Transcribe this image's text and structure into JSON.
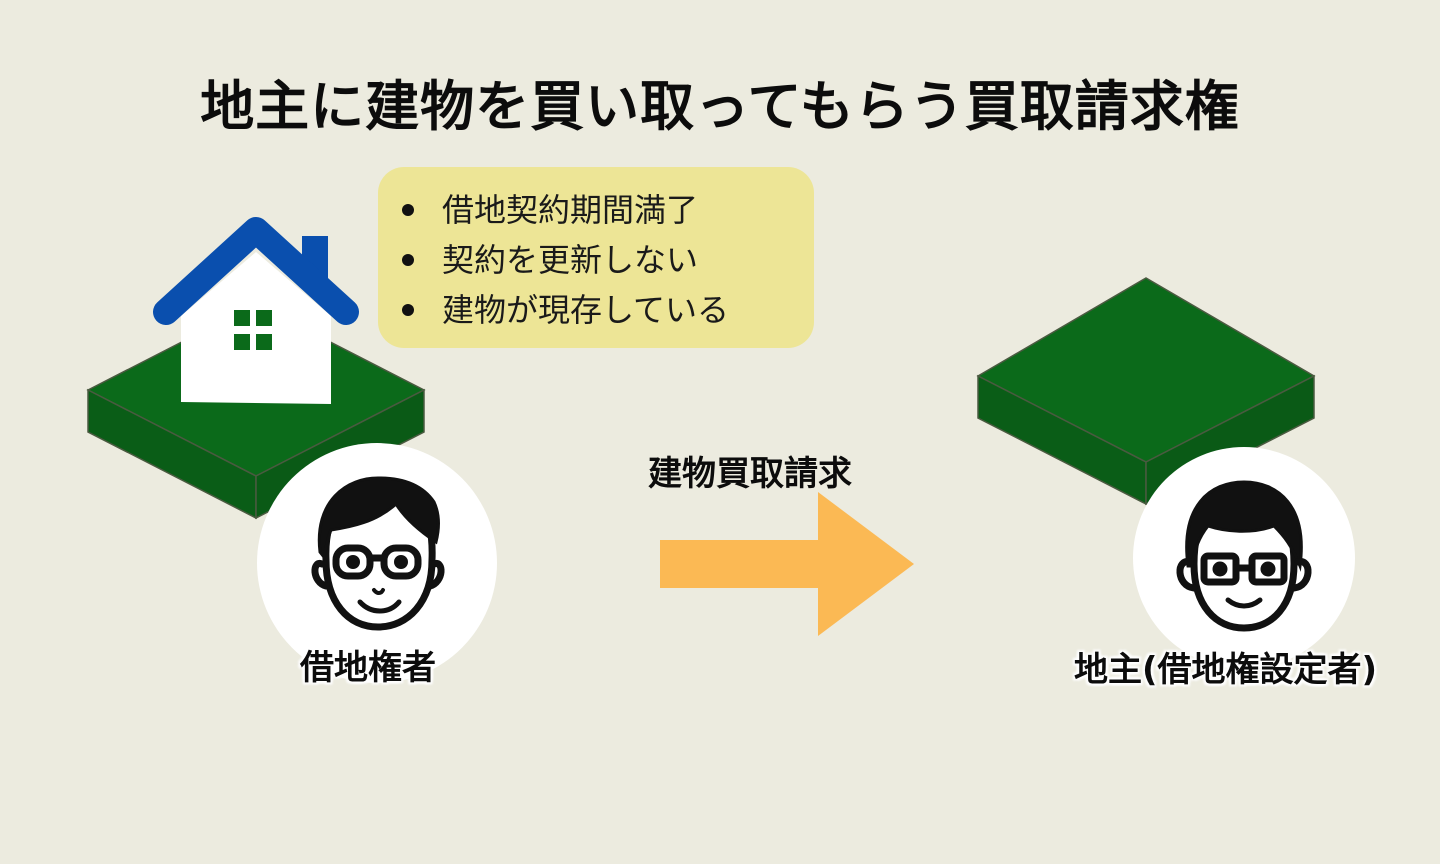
{
  "title": "地主に建物を買い取ってもらう買取請求権",
  "conditions": {
    "items": [
      {
        "label": "借地契約期間満了"
      },
      {
        "label": "契約を更新しない"
      },
      {
        "label": "建物が現存している"
      }
    ],
    "background": "#ede596"
  },
  "left_party": {
    "label": "借地権者",
    "icon": "person-with-glasses-icon",
    "has_house": true
  },
  "right_party": {
    "label": "地主(借地権設定者)",
    "icon": "person-with-glasses-icon",
    "has_house": false
  },
  "arrow": {
    "label": "建物買取請求",
    "color": "#fbb954",
    "direction": "right"
  },
  "colors": {
    "background": "#ecebdf",
    "land_top": "#0b6a1a",
    "land_side": "#0a5a16",
    "roof": "#0a4fae",
    "house_wall": "#ffffff",
    "window": "#0b6a1a"
  }
}
